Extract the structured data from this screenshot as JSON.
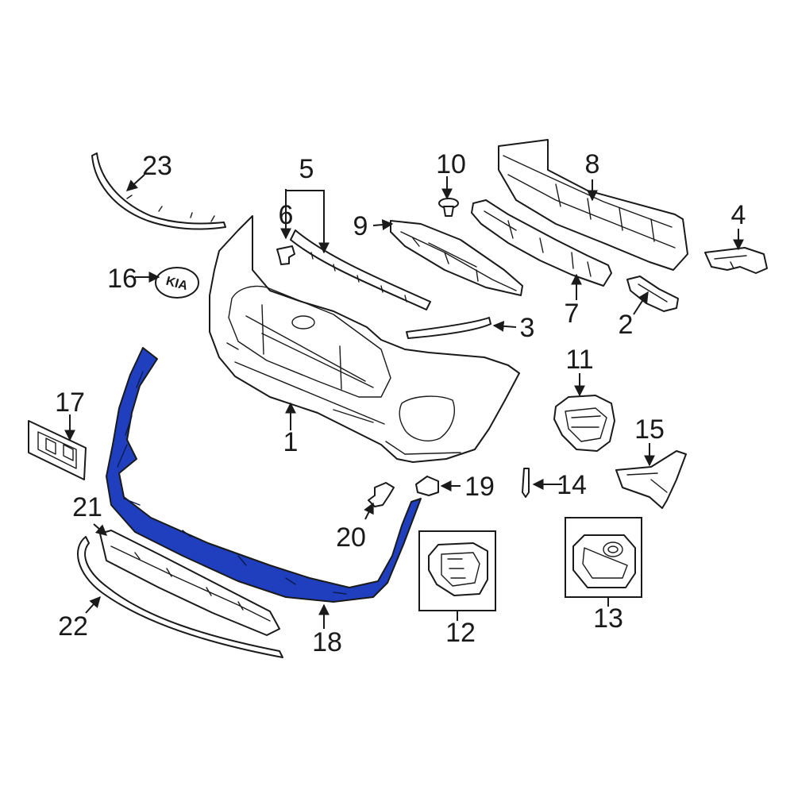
{
  "colors": {
    "line": "#1a1a1a",
    "highlight_fill": "#1f3fbf",
    "background": "#ffffff"
  },
  "callouts": {
    "c1": "1",
    "c2": "2",
    "c3": "3",
    "c4": "4",
    "c5": "5",
    "c6": "6",
    "c7": "7",
    "c8": "8",
    "c9": "9",
    "c10": "10",
    "c11": "11",
    "c12": "12",
    "c13": "13",
    "c14": "14",
    "c15": "15",
    "c16": "16",
    "c17": "17",
    "c18": "18",
    "c19": "19",
    "c20": "20",
    "c21": "21",
    "c22": "22",
    "c23": "23"
  },
  "emblem_text": "KIA",
  "highlighted_part": "18"
}
